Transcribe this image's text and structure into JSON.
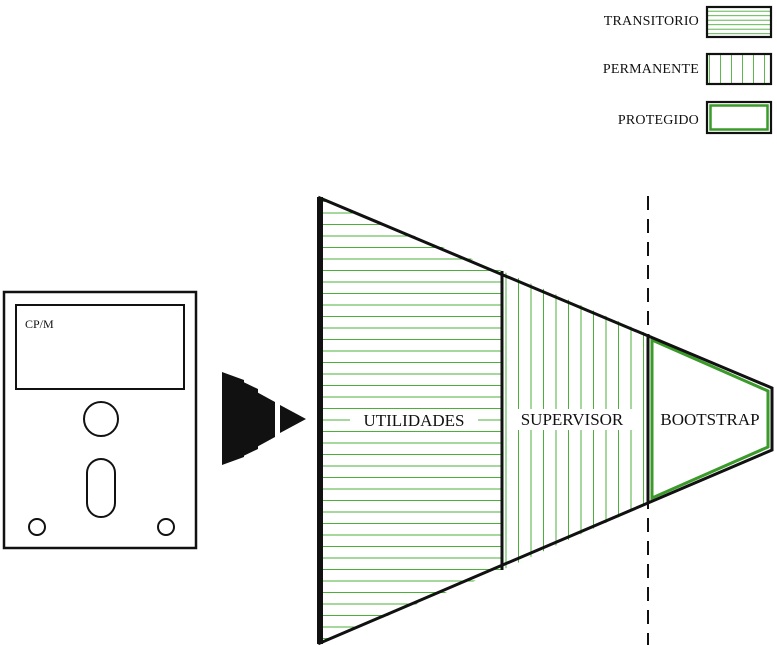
{
  "legend": [
    {
      "label": "TRANSITORIO",
      "pattern": "horizontal"
    },
    {
      "label": "PERMANENTE",
      "pattern": "vertical"
    },
    {
      "label": "PROTEGIDO",
      "pattern": "protected"
    }
  ],
  "disk": {
    "label": "CP/M"
  },
  "sections": {
    "utilities": "UTILIDADES",
    "supervisor": "SUPERVISOR",
    "bootstrap": "BOOTSTRAP"
  },
  "colors": {
    "stroke": "#111111",
    "hatch": "#4caf3a",
    "protected_border": "#3a9a2a",
    "background": "#ffffff"
  }
}
